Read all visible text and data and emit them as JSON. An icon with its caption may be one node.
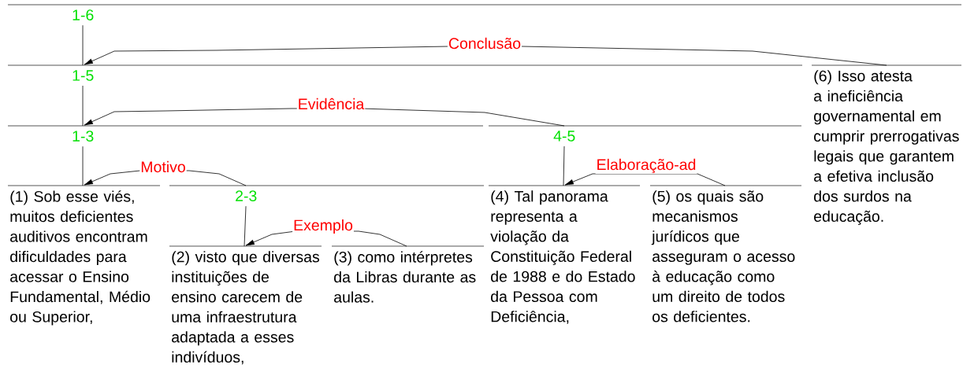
{
  "diagram": {
    "nodes": [
      {
        "text": [
          "1-6"
        ]
      },
      {
        "text": [
          "1-5"
        ]
      },
      {
        "text": [
          "(6) Isso atesta a ineficiência governamental em cumprir prerrogativas legais que garantem a efetiva inclusão dos surdos na educação."
        ]
      },
      {
        "text": [
          "1-3"
        ]
      },
      {
        "text": [
          "4-5"
        ]
      },
      {
        "text": [
          "(1) Sob esse viés, muitos deficientes auditivos encontram dificuldades para acessar o Ensino Fundamental, Médio ou Superior,"
        ]
      },
      {
        "text": [
          "2-3"
        ]
      },
      {
        "text": [
          "(4) Tal panorama representa a violação da Constituição Federal de 1988 e do Estado da Pessoa com Deficiência,"
        ]
      },
      {
        "text": [
          "(5) os quais são mecanismos jurídicos que asseguram o acesso à educação como um direito de todos os deficientes."
        ]
      },
      {
        "text": [
          "(2) visto que diversas instituições de ensino carecem de uma infraestrutura adaptada a esses indivíduos,"
        ]
      },
      {
        "text": [
          "(3) como intérpretes da Libras durante as aulas."
        ]
      }
    ],
    "edges": [
      {
        "from": 0,
        "to": 1,
        "arrow": "none"
      },
      {
        "from": 1,
        "to": 3,
        "arrow": "none"
      },
      {
        "from": 3,
        "to": 5,
        "arrow": "none"
      },
      {
        "from": 6,
        "to": 9,
        "arrow": "none"
      },
      {
        "from": 4,
        "to": 7,
        "arrow": "none"
      },
      {
        "from": 2,
        "to": 1,
        "arrow": "to",
        "label": "Conclusão"
      },
      {
        "from": 4,
        "to": 3,
        "arrow": "to",
        "label": "Evidência"
      },
      {
        "from": 6,
        "to": 5,
        "arrow": "to",
        "label": "Motivo"
      },
      {
        "from": 10,
        "to": 9,
        "arrow": "to",
        "label": "Exemplo"
      },
      {
        "from": 8,
        "to": 7,
        "arrow": "to",
        "label": "Elaboração-ad"
      }
    ]
  }
}
